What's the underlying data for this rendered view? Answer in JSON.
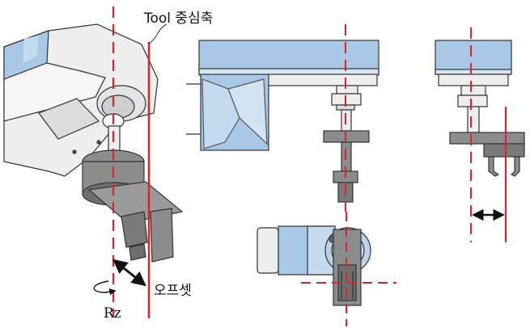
{
  "labels": {
    "tool_axis": "Tool 중심축",
    "offset": "오프셋",
    "rotation": "Rz"
  },
  "colors": {
    "robot_body_blue": "#a8c8e6",
    "robot_light_gray": "#eeeeee",
    "gripper_gray": "#8c8c8c",
    "gripper_dark_gray": "#6e6e6e",
    "outline": "#333333",
    "axis_red": "#d9262a",
    "arrow_black": "#111111"
  },
  "icons": {
    "offset_arrow": "double-headed-arrow",
    "rotation_arrow": "curved-rotation-arrow"
  }
}
